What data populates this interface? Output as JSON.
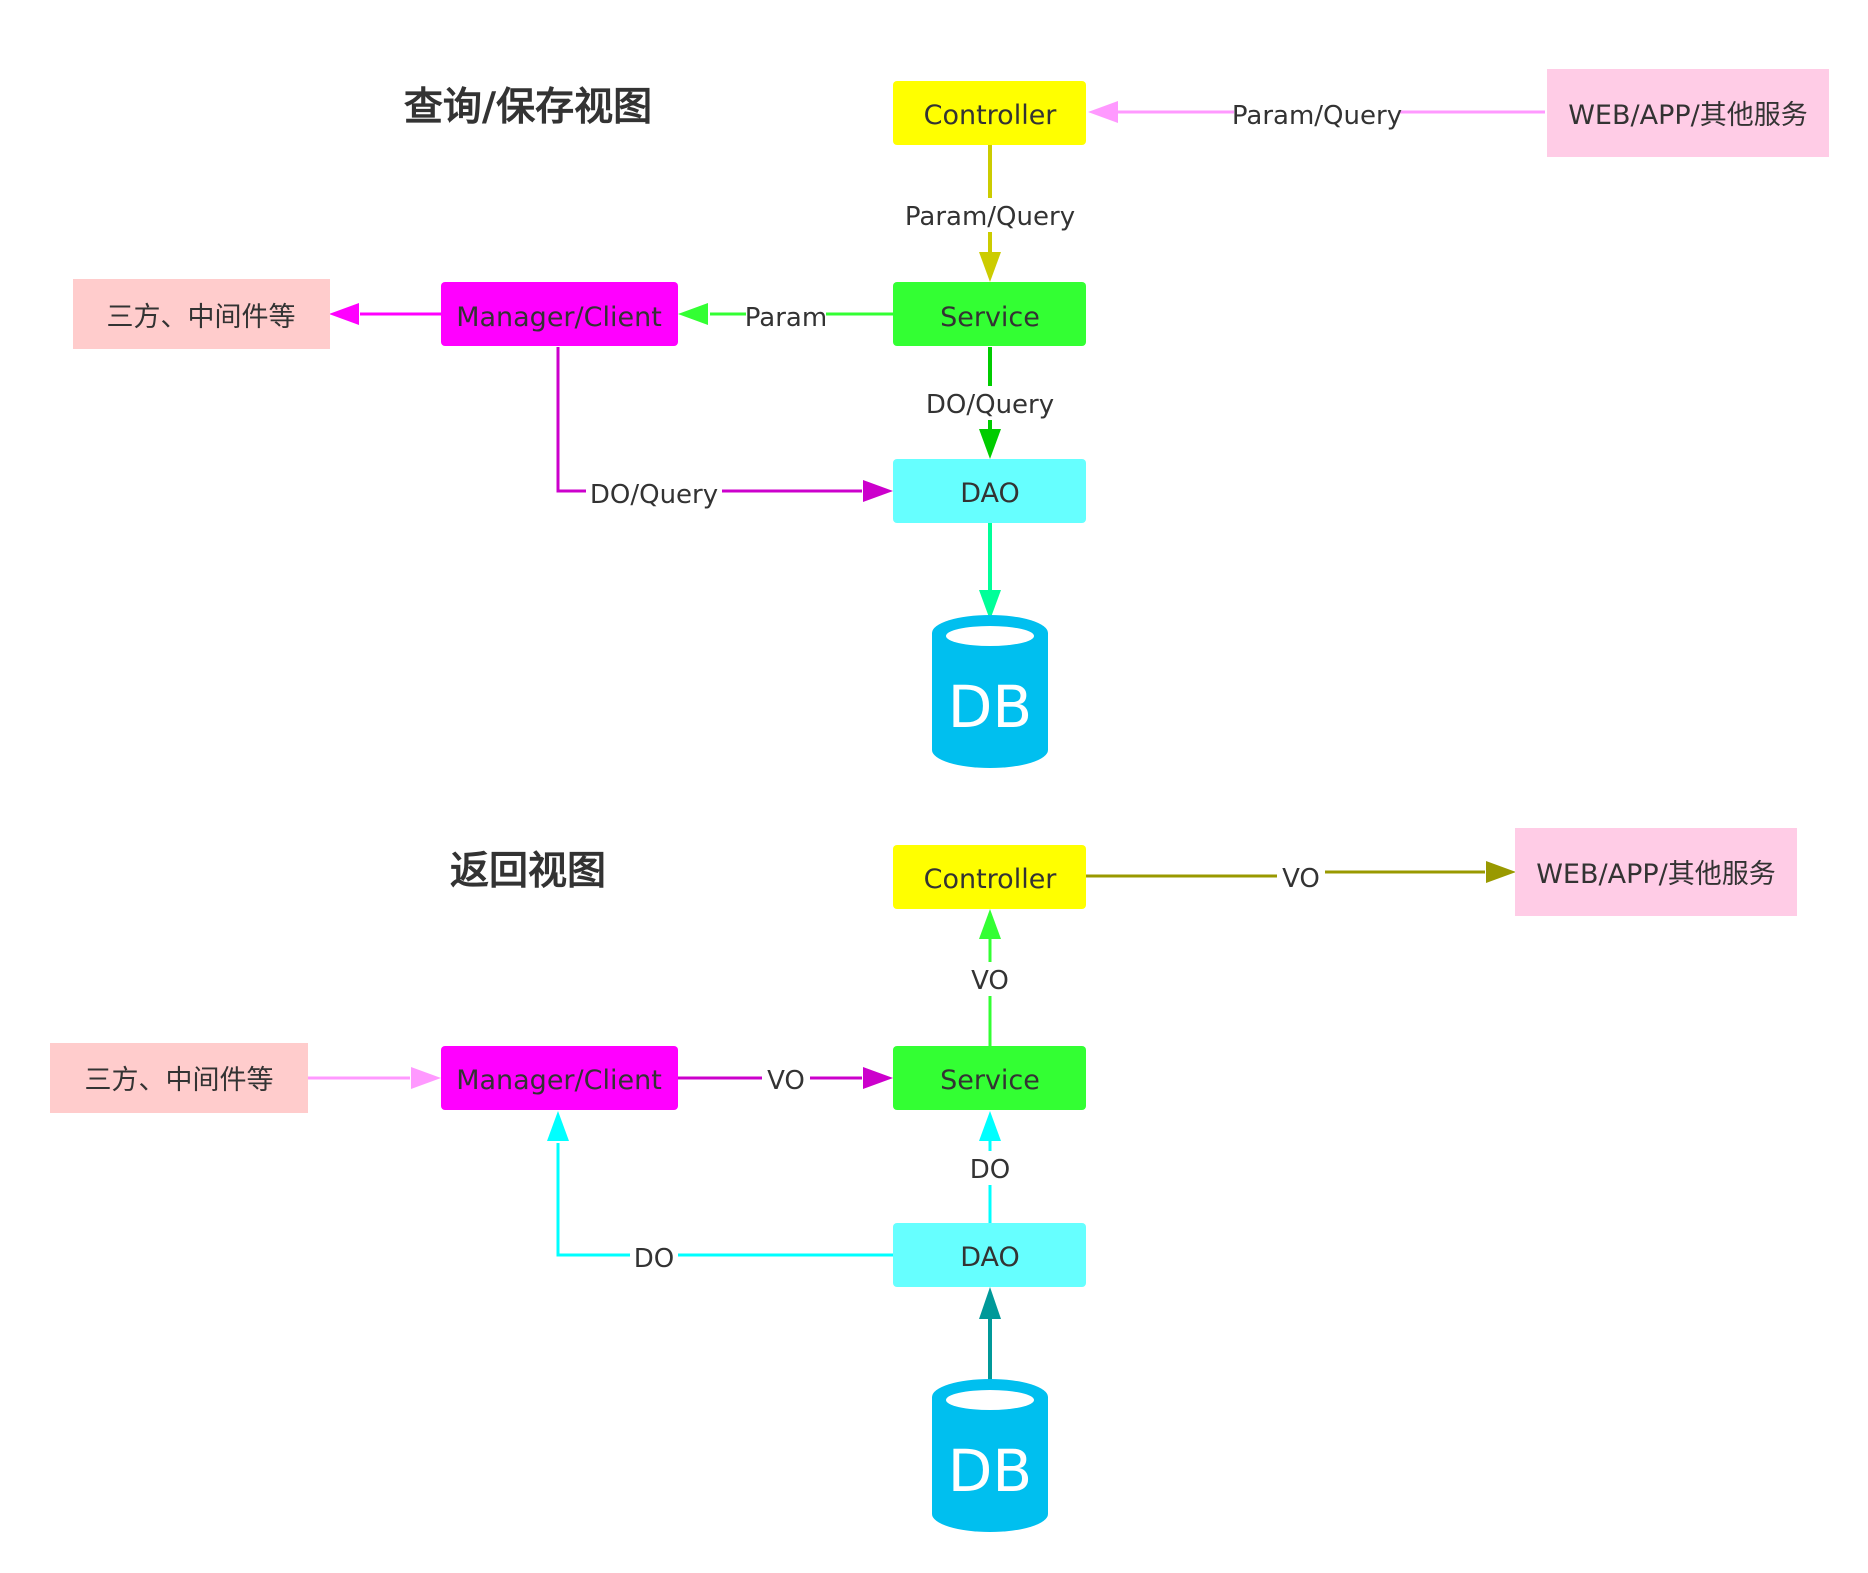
{
  "sections": [
    {
      "title": "查询/保存视图",
      "nodes": {
        "controller": {
          "label": "Controller",
          "color": "#FFFF00"
        },
        "service": {
          "label": "Service",
          "color": "#33FF33"
        },
        "dao": {
          "label": "DAO",
          "color": "#66FFFF"
        },
        "manager": {
          "label": "Manager/Client",
          "color": "#FF00FF"
        },
        "external": {
          "label": "WEB/APP/其他服务",
          "color": "#FFCCE6"
        },
        "thirdparty": {
          "label": "三方、中间件等",
          "color": "#FFCCCC"
        },
        "db": {
          "label": "DB",
          "color": "#00BFEF"
        }
      },
      "edges": [
        {
          "id": "external-to-controller",
          "label": "Param/Query",
          "color": "#FF99FF"
        },
        {
          "id": "controller-to-service",
          "label": "Param/Query",
          "color": "#CCCC00"
        },
        {
          "id": "service-to-manager",
          "label": "Param",
          "color": "#33FF33"
        },
        {
          "id": "service-to-dao",
          "label": "DO/Query",
          "color": "#00CC00"
        },
        {
          "id": "manager-to-thirdparty",
          "label": "",
          "color": "#FF00FF"
        },
        {
          "id": "manager-to-dao",
          "label": "DO/Query",
          "color": "#CC00CC"
        },
        {
          "id": "dao-to-db",
          "label": "",
          "color": "#00FF99"
        }
      ]
    },
    {
      "title": "返回视图",
      "nodes": {
        "controller": {
          "label": "Controller",
          "color": "#FFFF00"
        },
        "service": {
          "label": "Service",
          "color": "#33FF33"
        },
        "dao": {
          "label": "DAO",
          "color": "#66FFFF"
        },
        "manager": {
          "label": "Manager/Client",
          "color": "#FF00FF"
        },
        "external": {
          "label": "WEB/APP/其他服务",
          "color": "#FFCCE6"
        },
        "thirdparty": {
          "label": "三方、中间件等",
          "color": "#FFCCCC"
        },
        "db": {
          "label": "DB",
          "color": "#00BFEF"
        }
      },
      "edges": [
        {
          "id": "controller-to-external",
          "label": "VO",
          "color": "#999900"
        },
        {
          "id": "service-to-controller",
          "label": "VO",
          "color": "#33FF33"
        },
        {
          "id": "manager-to-service",
          "label": "VO",
          "color": "#CC00CC"
        },
        {
          "id": "dao-to-service",
          "label": "DO",
          "color": "#00FFFF"
        },
        {
          "id": "thirdparty-to-manager",
          "label": "",
          "color": "#FF99FF"
        },
        {
          "id": "dao-to-manager",
          "label": "DO",
          "color": "#00FFFF"
        },
        {
          "id": "db-to-dao",
          "label": "",
          "color": "#009999"
        }
      ]
    }
  ]
}
